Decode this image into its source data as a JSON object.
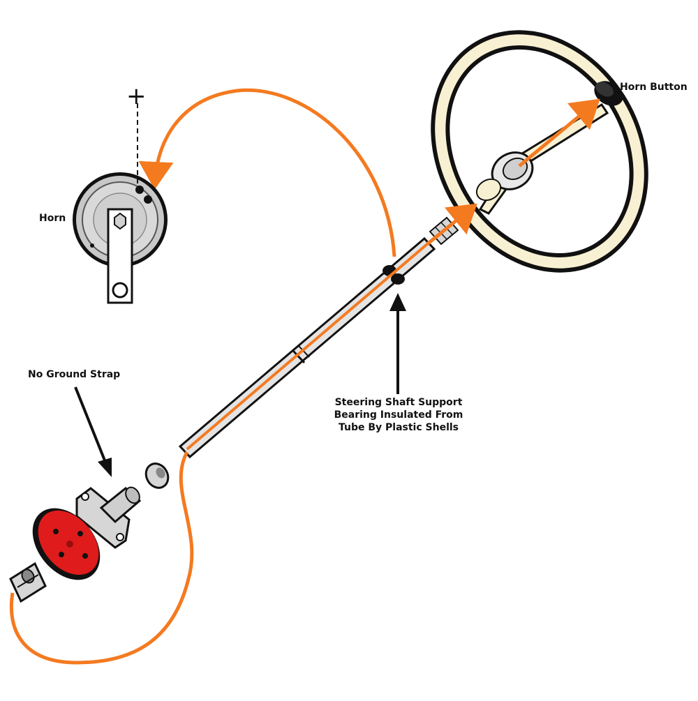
{
  "labels": {
    "horn": "Horn",
    "horn_button": "Horn Button",
    "no_ground_strap": "No Ground Strap",
    "support_bearing_line1": "Steering Shaft Support",
    "support_bearing_line2": "Bearing Insulated From",
    "support_bearing_line3": "Tube By Plastic Shells",
    "plus_sign": "+"
  },
  "colors": {
    "circuit_path": "#f47a20",
    "steering_wheel": "#f8f0d2",
    "outline": "#111111",
    "metal": "#d6d6d6",
    "coupler_disc": "#e01b1b",
    "horn_body": "#c8c8c8"
  }
}
